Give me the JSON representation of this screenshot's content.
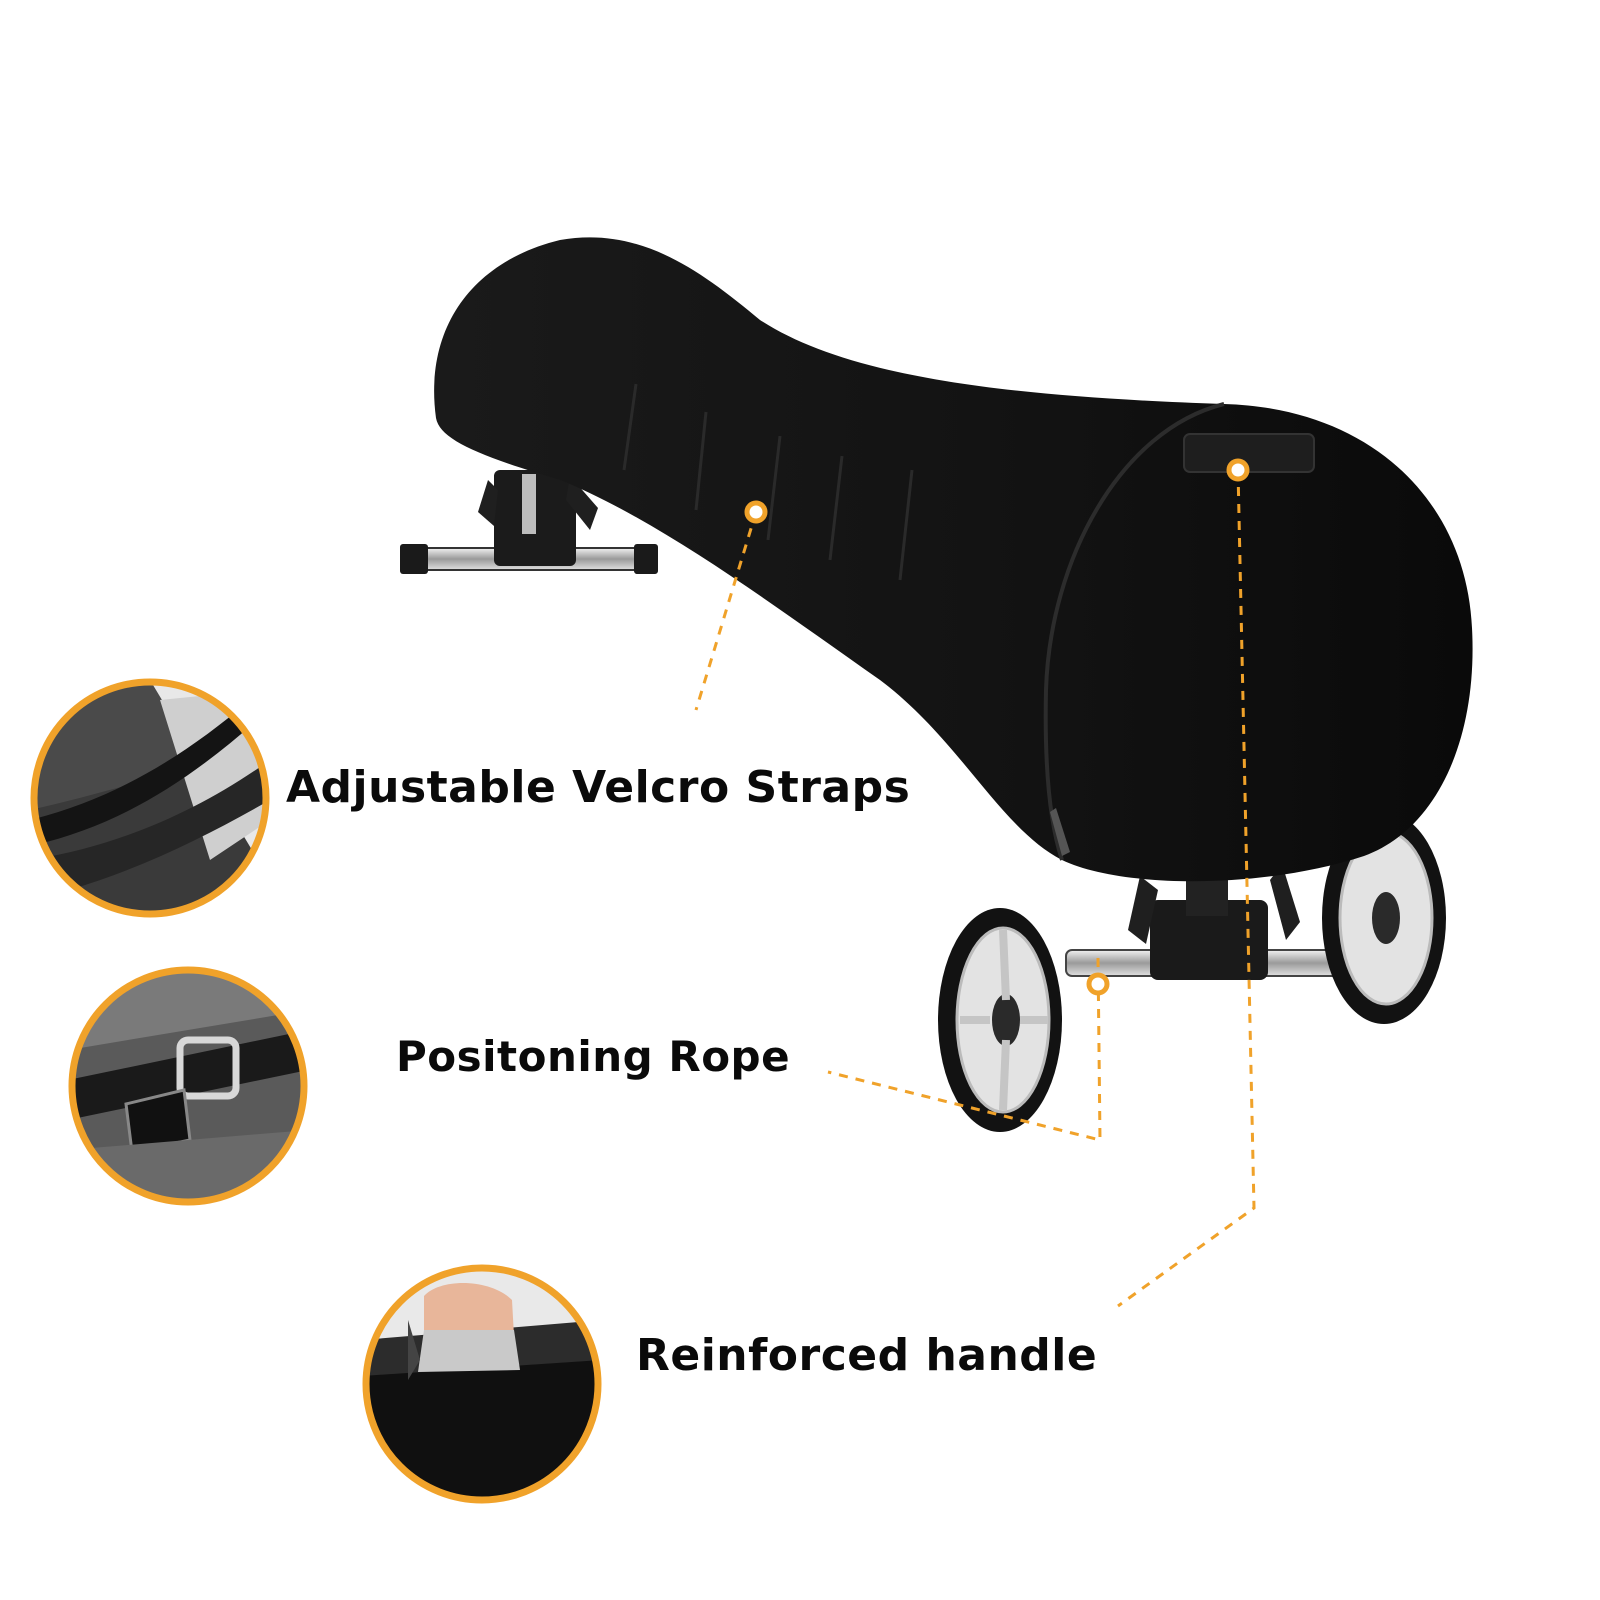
{
  "labels": {
    "velcro": "Adjustable Velcro Straps",
    "rope": "Positoning Rope",
    "handle": "Reinforced handle"
  },
  "colors": {
    "accent": "#f0a22a",
    "cover": "#111111",
    "text": "#0a0a0a"
  },
  "icons": {
    "velcro_detail": "velcro-strap-photo",
    "buckle_detail": "buckle-strap-photo",
    "handle_detail": "hand-holding-handle-photo"
  }
}
